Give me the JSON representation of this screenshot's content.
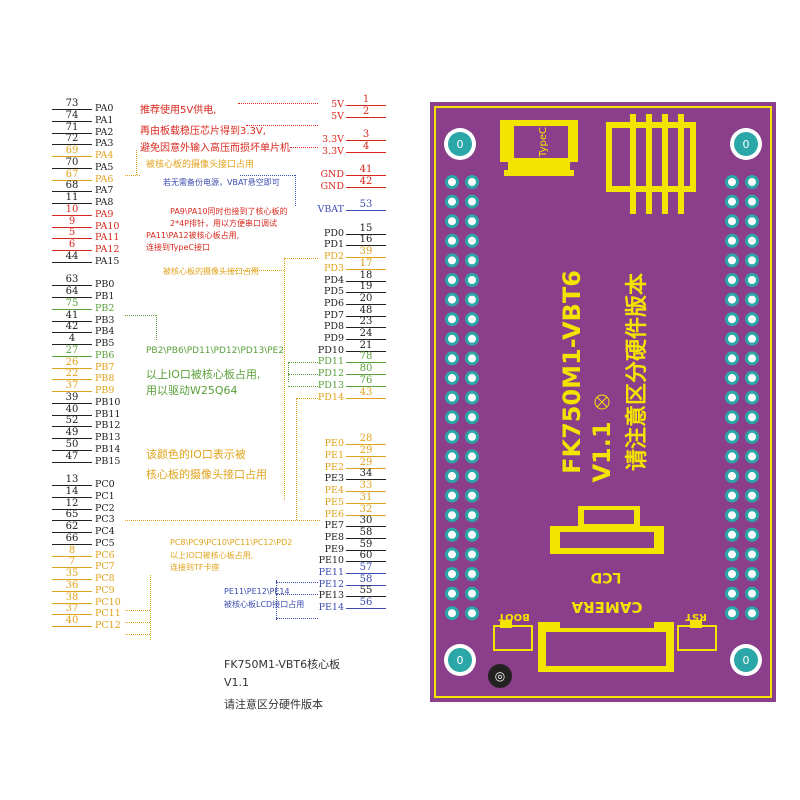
{
  "colors": {
    "black": "#222222",
    "red": "#d8281e",
    "yellow": "#e0a31c",
    "green": "#5aa03a",
    "blue": "#3b4db0",
    "board": "#8b3f8a",
    "silk": "#f2e400",
    "pad": "#2aa7a6"
  },
  "left_pins": [
    {
      "num": "73",
      "name": "PA0",
      "c": "black"
    },
    {
      "num": "74",
      "name": "PA1",
      "c": "black"
    },
    {
      "num": "71",
      "name": "PA2",
      "c": "black"
    },
    {
      "num": "72",
      "name": "PA3",
      "c": "black"
    },
    {
      "num": "69",
      "name": "PA4",
      "c": "yellow"
    },
    {
      "num": "70",
      "name": "PA5",
      "c": "black"
    },
    {
      "num": "67",
      "name": "PA6",
      "c": "yellow"
    },
    {
      "num": "68",
      "name": "PA7",
      "c": "black"
    },
    {
      "num": "11",
      "name": "PA8",
      "c": "black"
    },
    {
      "num": "10",
      "name": "PA9",
      "c": "red"
    },
    {
      "num": "9",
      "name": "PA10",
      "c": "red"
    },
    {
      "num": "5",
      "name": "PA11",
      "c": "red"
    },
    {
      "num": "6",
      "name": "PA12",
      "c": "red"
    },
    {
      "num": "44",
      "name": "PA15",
      "c": "black"
    },
    {
      "gap": true
    },
    {
      "num": "63",
      "name": "PB0",
      "c": "black"
    },
    {
      "num": "64",
      "name": "PB1",
      "c": "black"
    },
    {
      "num": "75",
      "name": "PB2",
      "c": "green"
    },
    {
      "num": "41",
      "name": "PB3",
      "c": "black"
    },
    {
      "num": "42",
      "name": "PB4",
      "c": "black"
    },
    {
      "num": "4",
      "name": "PB5",
      "c": "black"
    },
    {
      "num": "27",
      "name": "PB6",
      "c": "green"
    },
    {
      "num": "26",
      "name": "PB7",
      "c": "yellow"
    },
    {
      "num": "22",
      "name": "PB8",
      "c": "yellow"
    },
    {
      "num": "37",
      "name": "PB9",
      "c": "yellow"
    },
    {
      "num": "39",
      "name": "PB10",
      "c": "black"
    },
    {
      "num": "40",
      "name": "PB11",
      "c": "black"
    },
    {
      "num": "52",
      "name": "PB12",
      "c": "black"
    },
    {
      "num": "49",
      "name": "PB13",
      "c": "black"
    },
    {
      "num": "50",
      "name": "PB14",
      "c": "black"
    },
    {
      "num": "47",
      "name": "PB15",
      "c": "black"
    },
    {
      "gap": true
    },
    {
      "num": "13",
      "name": "PC0",
      "c": "black"
    },
    {
      "num": "14",
      "name": "PC1",
      "c": "black"
    },
    {
      "num": "12",
      "name": "PC2",
      "c": "black"
    },
    {
      "num": "65",
      "name": "PC3",
      "c": "black"
    },
    {
      "num": "62",
      "name": "PC4",
      "c": "black"
    },
    {
      "num": "66",
      "name": "PC5",
      "c": "black"
    },
    {
      "num": "8",
      "name": "PC6",
      "c": "yellow"
    },
    {
      "num": "7",
      "name": "PC7",
      "c": "yellow"
    },
    {
      "num": "35",
      "name": "PC8",
      "c": "yellow"
    },
    {
      "num": "36",
      "name": "PC9",
      "c": "yellow"
    },
    {
      "num": "38",
      "name": "PC10",
      "c": "yellow"
    },
    {
      "num": "37",
      "name": "PC11",
      "c": "yellow"
    },
    {
      "num": "40",
      "name": "PC12",
      "c": "yellow"
    }
  ],
  "right_pins": [
    {
      "num": "1",
      "name": "5V",
      "c": "red"
    },
    {
      "num": "2",
      "name": "5V",
      "c": "red"
    },
    {
      "gap": true
    },
    {
      "num": "3",
      "name": "3.3V",
      "c": "red"
    },
    {
      "num": "4",
      "name": "3.3V",
      "c": "red"
    },
    {
      "gap": true
    },
    {
      "num": "41",
      "name": "GND",
      "c": "red"
    },
    {
      "num": "42",
      "name": "GND",
      "c": "red"
    },
    {
      "gap": true
    },
    {
      "num": "53",
      "name": "VBAT",
      "c": "blue"
    },
    {
      "gap": true
    },
    {
      "num": "15",
      "name": "PD0",
      "c": "black"
    },
    {
      "num": "16",
      "name": "PD1",
      "c": "black"
    },
    {
      "num": "39",
      "name": "PD2",
      "c": "yellow"
    },
    {
      "num": "17",
      "name": "PD3",
      "c": "yellow"
    },
    {
      "num": "18",
      "name": "PD4",
      "c": "black"
    },
    {
      "num": "19",
      "name": "PD5",
      "c": "black"
    },
    {
      "num": "20",
      "name": "PD6",
      "c": "black"
    },
    {
      "num": "48",
      "name": "PD7",
      "c": "black"
    },
    {
      "num": "23",
      "name": "PD8",
      "c": "black"
    },
    {
      "num": "24",
      "name": "PD9",
      "c": "black"
    },
    {
      "num": "21",
      "name": "PD10",
      "c": "black"
    },
    {
      "num": "78",
      "name": "PD11",
      "c": "green"
    },
    {
      "num": "80",
      "name": "PD12",
      "c": "green"
    },
    {
      "num": "76",
      "name": "PD13",
      "c": "green"
    },
    {
      "num": "43",
      "name": "PD14",
      "c": "yellow"
    },
    {
      "gap": true
    },
    {
      "gap": true
    },
    {
      "gap": true
    },
    {
      "num": "28",
      "name": "PE0",
      "c": "yellow"
    },
    {
      "num": "29",
      "name": "PE1",
      "c": "yellow"
    },
    {
      "num": "29",
      "name": "PE2",
      "c": "yellow"
    },
    {
      "num": "34",
      "name": "PE3",
      "c": "black"
    },
    {
      "num": "33",
      "name": "PE4",
      "c": "yellow"
    },
    {
      "num": "31",
      "name": "PE5",
      "c": "yellow"
    },
    {
      "num": "32",
      "name": "PE6",
      "c": "yellow"
    },
    {
      "num": "30",
      "name": "PE7",
      "c": "black"
    },
    {
      "num": "58",
      "name": "PE8",
      "c": "black"
    },
    {
      "num": "59",
      "name": "PE9",
      "c": "black"
    },
    {
      "num": "60",
      "name": "PE10",
      "c": "black"
    },
    {
      "num": "57",
      "name": "PE11",
      "c": "blue"
    },
    {
      "num": "58",
      "name": "PE12",
      "c": "blue"
    },
    {
      "num": "55",
      "name": "PE13",
      "c": "black"
    },
    {
      "num": "56",
      "name": "PE14",
      "c": "blue"
    }
  ],
  "notes": [
    {
      "text": "推荐使用5V供电,",
      "c": "red"
    },
    {
      "text": "再由板载稳压芯片得到3.3V,",
      "c": "red"
    },
    {
      "text": "避免因意外输入高压而损坏单片机",
      "c": "red"
    },
    {
      "text": "被核心板的摄像头接口占用",
      "c": "yellow"
    },
    {
      "text": "若无需备份电源，VBAT悬空即可",
      "c": "blue"
    },
    {
      "text": "PA9\\PA10同时也接到了核心板的",
      "c": "red"
    },
    {
      "text": "2*4P排针，用以方便串口调试",
      "c": "red"
    },
    {
      "text": "PA11\\PA12被核心板占用,",
      "c": "red"
    },
    {
      "text": "连接到TypeC接口",
      "c": "red"
    },
    {
      "text": "被核心板的摄像头接口占用",
      "c": "yellow"
    },
    {
      "text": "PB2\\PB6\\PD11\\PD12\\PD13\\PE2",
      "c": "green"
    },
    {
      "text": "以上IO口被核心板占用,",
      "c": "green"
    },
    {
      "text": "用以驱动W25Q64",
      "c": "green"
    },
    {
      "text": "该颜色的IO口表示被",
      "c": "yellow"
    },
    {
      "text": "核心板的摄像头接口占用",
      "c": "yellow"
    },
    {
      "text": "PC8\\PC9\\PC10\\PC11\\PC12\\PD2",
      "c": "yellow"
    },
    {
      "text": "以上IO口被核心板占用,",
      "c": "yellow"
    },
    {
      "text": "连接到TF卡座",
      "c": "yellow"
    },
    {
      "text": "PE11\\PE12\\PE14",
      "c": "blue"
    },
    {
      "text": "被核心板LCD接口占用",
      "c": "blue"
    }
  ],
  "footer": {
    "line1": "FK750M1-VBT6核心板",
    "line2": "V1.1",
    "line3": "请注意区分硬件版本"
  },
  "board": {
    "title": "FK750M1-VBT6",
    "version": "V1.1",
    "subtitle": "请注意区分硬件版本",
    "typec_label": "TypeC",
    "lcd_label": "LCD",
    "camera_label": "CAMERA",
    "boot_label": "BOOT",
    "rst_label": "RST",
    "hole_mark": "0"
  }
}
